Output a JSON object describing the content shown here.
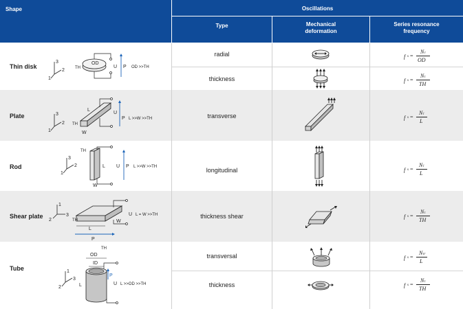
{
  "header": {
    "shape": "Shape",
    "oscillations": "Oscillations",
    "type": "Type",
    "mechanical_deformation": "Mechanical deformation",
    "series_resonance_frequency": "Series resonance frequency"
  },
  "rows": [
    {
      "shape": "Thin disk",
      "diagram_labels": {
        "od": "OD",
        "th": "TH",
        "u": "U",
        "p": "P",
        "relation": "OD >>TH",
        "ax1": "1",
        "ax2": "2",
        "ax3": "3"
      },
      "types": [
        {
          "type": "radial",
          "formula_prefix": "f",
          "numerator": "N",
          "denominator": "OD"
        },
        {
          "type": "thickness",
          "formula_prefix": "f",
          "numerator": "N",
          "denominator": "TH"
        }
      ]
    },
    {
      "shape": "Plate",
      "diagram_labels": {
        "l": "L",
        "w": "W",
        "th": "TH",
        "u": "U",
        "p": "P",
        "relation": "L >>W >>TH",
        "ax1": "1",
        "ax2": "2",
        "ax3": "3"
      },
      "types": [
        {
          "type": "transverse",
          "formula_prefix": "f",
          "numerator": "N",
          "denominator": "L"
        }
      ]
    },
    {
      "shape": "Rod",
      "diagram_labels": {
        "th": "TH",
        "w": "W",
        "l": "L",
        "u": "U",
        "p": "P",
        "relation": "L >>W >>TH",
        "ax1": "1",
        "ax2": "2",
        "ax3": "3"
      },
      "types": [
        {
          "type": "longitudinal",
          "formula_prefix": "f",
          "numerator": "N",
          "denominator": "L"
        }
      ]
    },
    {
      "shape": "Shear plate",
      "diagram_labels": {
        "th": "TH",
        "w": "W",
        "l": "L",
        "u": "U",
        "p": "P",
        "relation": "L = W >>TH",
        "ax1": "1",
        "ax2": "2",
        "ax3": "3"
      },
      "types": [
        {
          "type": "thickness shear",
          "formula_prefix": "f",
          "numerator": "N",
          "denominator": "TH"
        }
      ]
    },
    {
      "shape": "Tube",
      "diagram_labels": {
        "od": "OD",
        "id": "ID",
        "th": "TH",
        "l": "L",
        "u": "U",
        "p": "P",
        "relation": "L >>OD >>TH",
        "ax1": "1",
        "ax2": "2",
        "ax3": "3"
      },
      "types": [
        {
          "type": "transversal",
          "formula_prefix": "f",
          "numerator": "N",
          "denominator": "L"
        },
        {
          "type": "thickness",
          "formula_prefix": "f",
          "numerator": "N",
          "denominator": "TH"
        }
      ]
    }
  ],
  "colors": {
    "header_bg": "#0f4b99",
    "row_grey": "#ececec",
    "line_blue": "#1a63b8"
  }
}
